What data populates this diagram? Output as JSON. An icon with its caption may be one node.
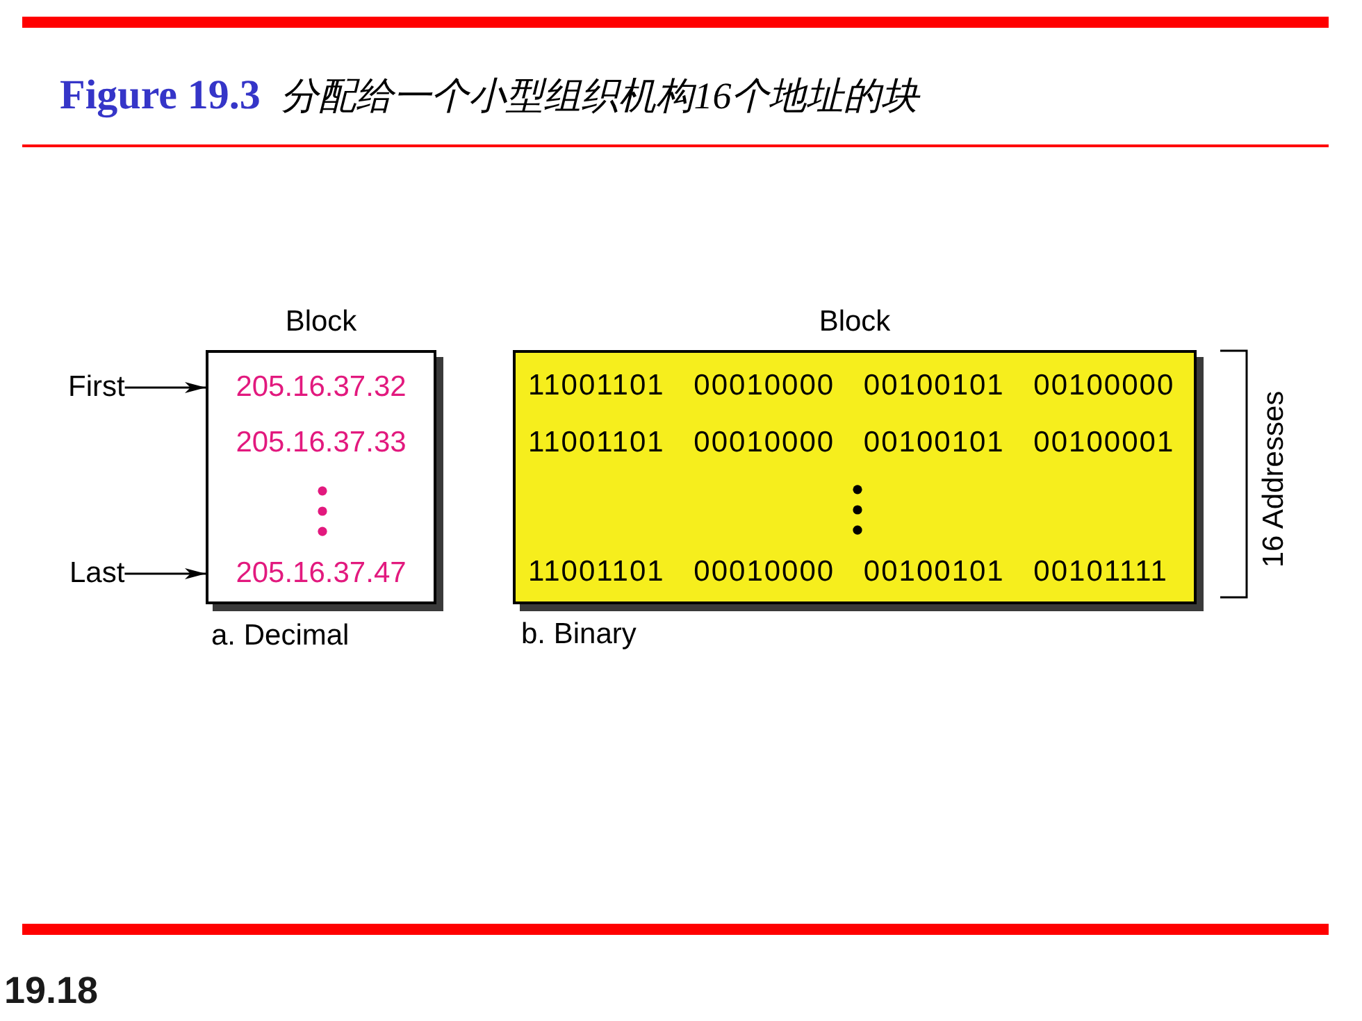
{
  "diagram": {
    "title": "**Figure 19.3** *分配给一个小型组织机构16个地址的块*",
    "nodes": [
      {
        "text": [
          "First"
        ]
      },
      {
        "text": [
          "Last"
        ]
      },
      {
        "text": [
          "Block",
          "205.16.37.32",
          "205.16.37.33",
          "205.16.37.47"
        ],
        "beside": [
          "a. Decimal"
        ]
      },
      {
        "text": [
          "Block",
          "11001101 00010000 00100101 00100000",
          "11001101 00010000 00100101 00100001",
          "11001101 00010000 00100101 00101111"
        ],
        "beside": [
          "b. Binary"
        ]
      }
    ],
    "edges": [
      {
        "from": 0,
        "to": 2,
        "arrow": "to"
      },
      {
        "from": 1,
        "to": 2,
        "arrow": "to"
      }
    ],
    "labels": [
      "16 Addresses",
      "19.18"
    ]
  }
}
